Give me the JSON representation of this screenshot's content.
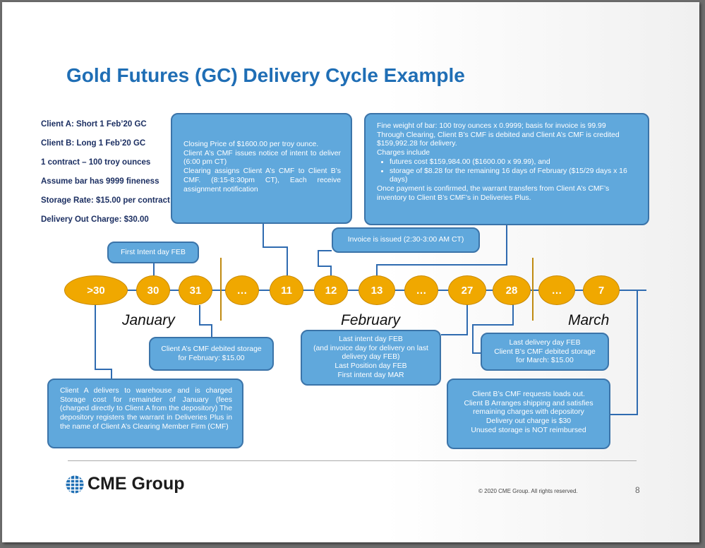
{
  "title": "Gold Futures (GC) Delivery Cycle Example",
  "facts": [
    "Client A: Short 1 Feb’20 GC",
    "Client B: Long 1 Feb’20 GC",
    "1 contract – 100 troy ounces",
    "Assume bar has 9999 fineness",
    "Storage Rate: $15.00 per contract",
    "Delivery Out Charge: $30.00"
  ],
  "timeline": {
    "nodes": [
      ">30",
      "30",
      "31",
      "…",
      "11",
      "12",
      "13",
      "…",
      "27",
      "28",
      "…",
      "7"
    ],
    "months": [
      "January",
      "February",
      "March"
    ],
    "colors": {
      "node": "#f0a800",
      "box": "#60a8dc",
      "box_border": "#3b74a9",
      "title": "#1f6eb5"
    }
  },
  "boxes": {
    "closing": [
      "Closing Price of $1600.00 per troy ounce.",
      "Client A’s CMF issues notice of intent to deliver (6:00 pm CT)",
      "Clearing assigns Client A’s CMF to Client B’s CMF. (8:15-8:30pm CT), Each receive assignment notification"
    ],
    "fine_weight": {
      "lead": [
        "Fine weight of bar: 100 troy ounces x 0.9999; basis for invoice is 99.99",
        "Through Clearing, Client B’s CMF is debited and Client A’s CMF is credited $159,992.28 for delivery.",
        "Charges include"
      ],
      "bullets": [
        "futures cost $159,984.00 ($1600.00 x 99.99), and",
        "storage of $8.28 for the remaining 16 days of February ($15/29 days x 16 days)"
      ],
      "tail": "Once payment is confirmed, the warrant transfers from Client A’s CMF’s inventory to Client B’s CMF’s in Deliveries Plus."
    },
    "invoice": "Invoice is issued (2:30-3:00 AM CT)",
    "first_intent_feb": "First Intent day FEB",
    "storage_feb": [
      "Client A’s CMF debited storage",
      "for February: $15.00"
    ],
    "last_intent": [
      "Last intent day FEB",
      "(and invoice day for delivery on last delivery day FEB)",
      "Last Position day FEB",
      "First intent day MAR"
    ],
    "last_delivery": [
      "Last delivery day FEB",
      "Client B’s CMF debited storage",
      "for March: $15.00"
    ],
    "client_a_delivers": "Client A delivers to warehouse and is charged Storage cost for remainder of January (fees (charged directly to Client A from the depository) The depository registers the warrant in Deliveries Plus in the name of Client A’s Clearing Member Firm (CMF)",
    "loads_out": [
      "Client B’s CMF requests loads out.",
      "Client B Arranges shipping and satisfies remaining charges with depository",
      "Delivery out charge is $30",
      "Unused storage is NOT reimbursed"
    ]
  },
  "footer": {
    "logo_text": "CME Group",
    "logo_icon": "globe-icon",
    "copyright": "© 2020 CME Group. All rights reserved.",
    "page": "8"
  }
}
